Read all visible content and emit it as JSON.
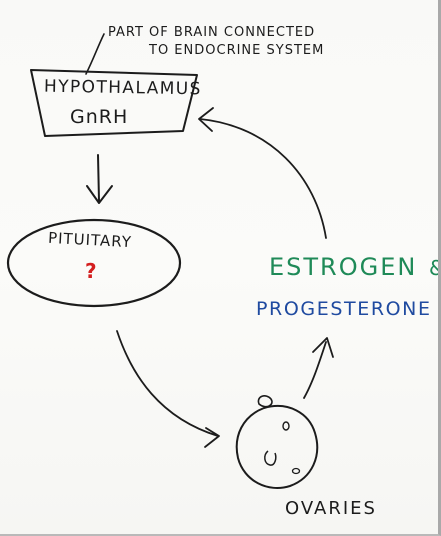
{
  "diagram": {
    "annotation": {
      "line1": "PART OF BRAIN CONNECTED",
      "line2": "TO ENDOCRINE SYSTEM"
    },
    "hypothalamus": {
      "label": "HYPOTHALAMUS",
      "hormone": "GnRH"
    },
    "pituitary": {
      "label": "PITUITARY",
      "mark": "?"
    },
    "hormones": {
      "estrogen": "ESTROGEN",
      "connector": "&",
      "progesterone": "PROGESTERONE"
    },
    "ovaries": {
      "label": "OVARIES"
    },
    "colors": {
      "ink": "#1c1c1c",
      "red": "#d41f1f",
      "green": "#1f8a58",
      "blue": "#1f4aa0"
    }
  }
}
